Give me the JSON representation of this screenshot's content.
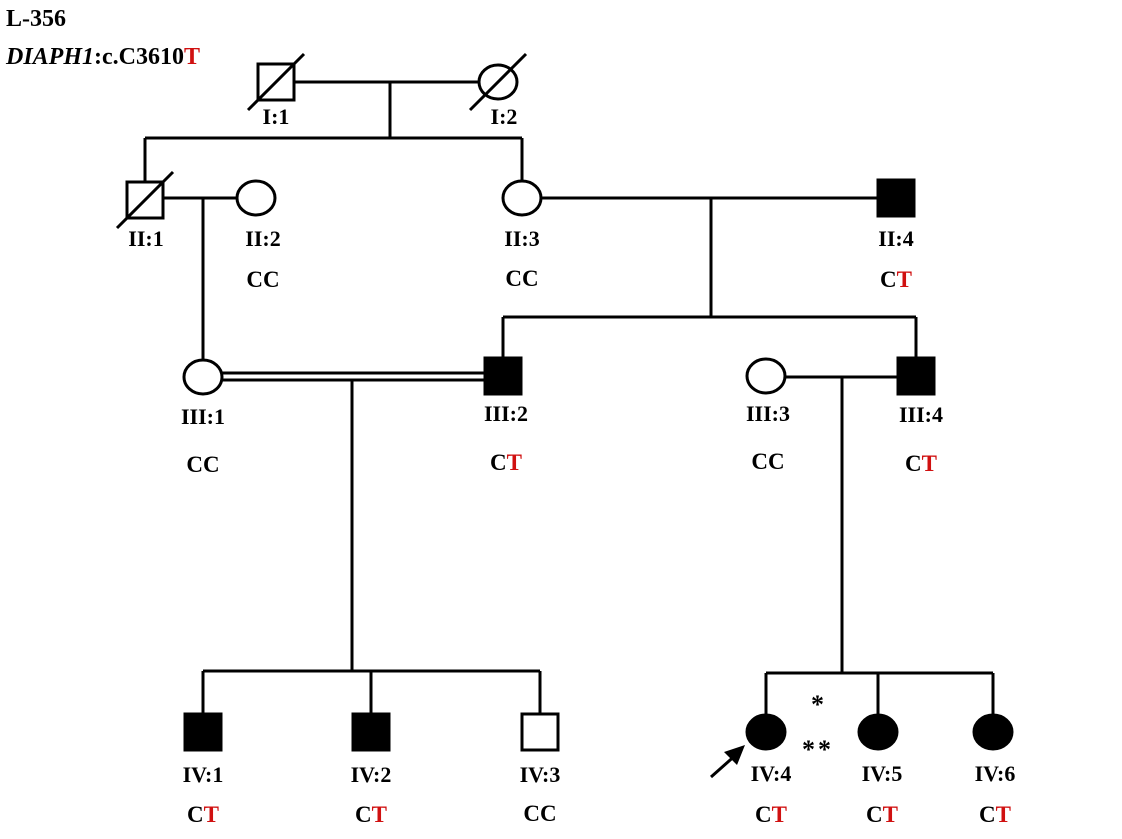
{
  "header": {
    "family_id": "L-356",
    "gene": "DIAPH1",
    "variant_prefix": ":c.C3610",
    "variant_alt": "T"
  },
  "colors": {
    "affected": "#000000",
    "unaffected": "#ffffff",
    "alt_allele": "#d01010",
    "star_single": "#4a4ab0",
    "star_double": "#2eb04a"
  },
  "individuals": [
    {
      "id": "I:1",
      "sex": "male",
      "affected": false,
      "deceased": true,
      "genotype": null
    },
    {
      "id": "I:2",
      "sex": "female",
      "affected": false,
      "deceased": true,
      "genotype": null
    },
    {
      "id": "II:1",
      "sex": "male",
      "affected": false,
      "deceased": true,
      "genotype": null
    },
    {
      "id": "II:2",
      "sex": "female",
      "affected": false,
      "deceased": false,
      "genotype": {
        "a1": "C",
        "a2": "C",
        "alt": false
      }
    },
    {
      "id": "II:3",
      "sex": "female",
      "affected": false,
      "deceased": false,
      "genotype": {
        "a1": "C",
        "a2": "C",
        "alt": false
      }
    },
    {
      "id": "II:4",
      "sex": "male",
      "affected": true,
      "deceased": false,
      "genotype": {
        "a1": "C",
        "a2": "T",
        "alt": true
      }
    },
    {
      "id": "III:1",
      "sex": "female",
      "affected": false,
      "deceased": false,
      "genotype": {
        "a1": "C",
        "a2": "C",
        "alt": false
      }
    },
    {
      "id": "III:2",
      "sex": "male",
      "affected": true,
      "deceased": false,
      "genotype": {
        "a1": "C",
        "a2": "T",
        "alt": true
      }
    },
    {
      "id": "III:3",
      "sex": "female",
      "affected": false,
      "deceased": false,
      "genotype": {
        "a1": "C",
        "a2": "C",
        "alt": false
      }
    },
    {
      "id": "III:4",
      "sex": "male",
      "affected": true,
      "deceased": false,
      "genotype": {
        "a1": "C",
        "a2": "T",
        "alt": true
      }
    },
    {
      "id": "IV:1",
      "sex": "male",
      "affected": true,
      "deceased": false,
      "genotype": {
        "a1": "C",
        "a2": "T",
        "alt": true
      }
    },
    {
      "id": "IV:2",
      "sex": "male",
      "affected": true,
      "deceased": false,
      "genotype": {
        "a1": "C",
        "a2": "T",
        "alt": true
      }
    },
    {
      "id": "IV:3",
      "sex": "male",
      "affected": false,
      "deceased": false,
      "genotype": {
        "a1": "C",
        "a2": "C",
        "alt": false
      }
    },
    {
      "id": "IV:4",
      "sex": "female",
      "affected": true,
      "deceased": false,
      "proband": true,
      "genotype": {
        "a1": "C",
        "a2": "T",
        "alt": true
      }
    },
    {
      "id": "IV:5",
      "sex": "female",
      "affected": true,
      "deceased": false,
      "genotype": {
        "a1": "C",
        "a2": "T",
        "alt": true
      }
    },
    {
      "id": "IV:6",
      "sex": "female",
      "affected": true,
      "deceased": false,
      "genotype": {
        "a1": "C",
        "a2": "T",
        "alt": true
      }
    }
  ],
  "marks": {
    "single": "*",
    "double": "**"
  }
}
